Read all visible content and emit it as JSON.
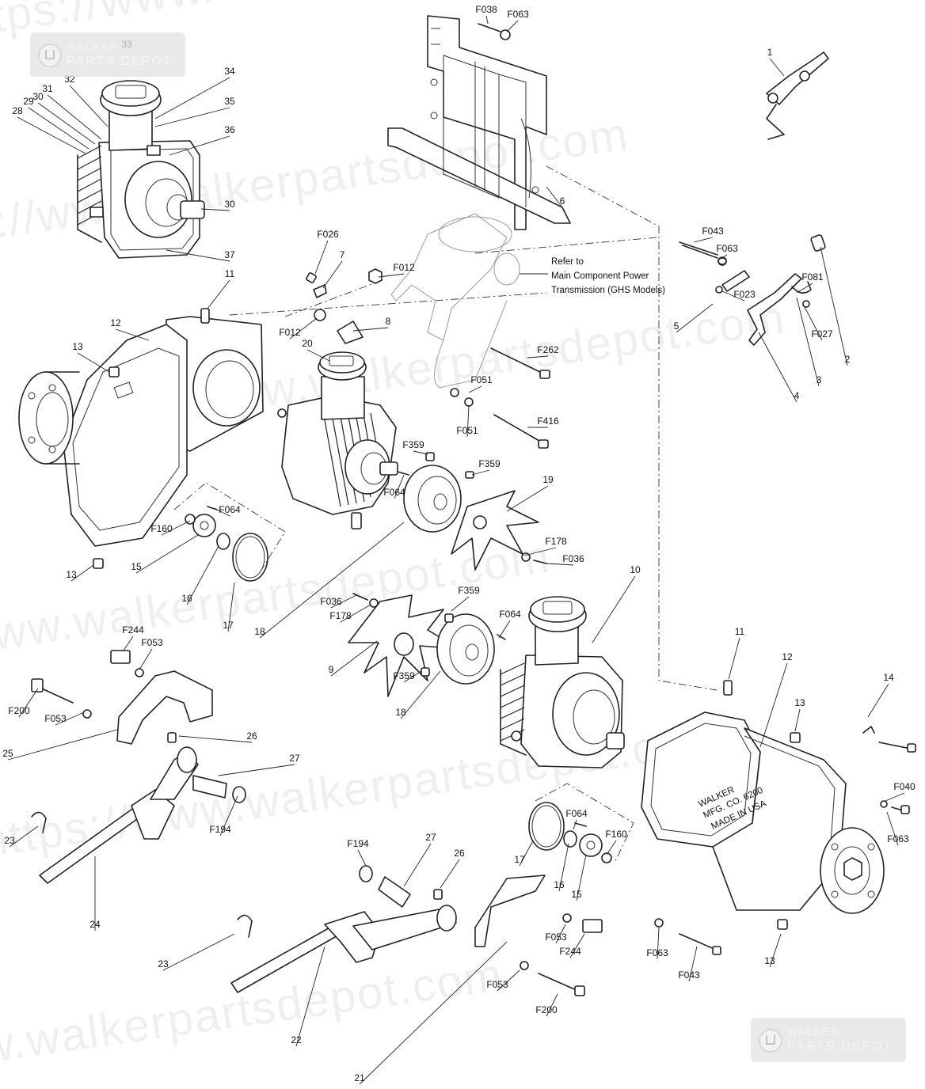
{
  "watermark": {
    "text": "https://www.walkerpartsdepot.com",
    "logo_line1": "WALKER",
    "logo_line2": "PARTS DEPOT"
  },
  "note": {
    "line1": "Refer to",
    "line2": "Main Component Power",
    "line3": "Transmission (GHS Models)"
  },
  "housing_text": {
    "line1": "WALKER",
    "line2": "MFG. CO. 6200",
    "line3": "MADE IN USA"
  },
  "callouts": [
    {
      "t": "33"
    },
    {
      "t": "34"
    },
    {
      "t": "35"
    },
    {
      "t": "36"
    },
    {
      "t": "32"
    },
    {
      "t": "31"
    },
    {
      "t": "30"
    },
    {
      "t": "29"
    },
    {
      "t": "28"
    },
    {
      "t": "30"
    },
    {
      "t": "37"
    },
    {
      "t": "F038"
    },
    {
      "t": "F063"
    },
    {
      "t": "6"
    },
    {
      "t": "1"
    },
    {
      "t": "F043"
    },
    {
      "t": "F063"
    },
    {
      "t": "F081"
    },
    {
      "t": "F023"
    },
    {
      "t": "F027"
    },
    {
      "t": "5"
    },
    {
      "t": "4"
    },
    {
      "t": "3"
    },
    {
      "t": "2"
    },
    {
      "t": "F026"
    },
    {
      "t": "7"
    },
    {
      "t": "F012"
    },
    {
      "t": "8"
    },
    {
      "t": "F012"
    },
    {
      "t": "11"
    },
    {
      "t": "12"
    },
    {
      "t": "13"
    },
    {
      "t": "20"
    },
    {
      "t": "F262"
    },
    {
      "t": "F051"
    },
    {
      "t": "F051"
    },
    {
      "t": "F416"
    },
    {
      "t": "F359"
    },
    {
      "t": "F359"
    },
    {
      "t": "F064"
    },
    {
      "t": "19"
    },
    {
      "t": "F064"
    },
    {
      "t": "F160"
    },
    {
      "t": "15"
    },
    {
      "t": "16"
    },
    {
      "t": "17"
    },
    {
      "t": "13"
    },
    {
      "t": "18"
    },
    {
      "t": "F178"
    },
    {
      "t": "F036"
    },
    {
      "t": "F036"
    },
    {
      "t": "F178"
    },
    {
      "t": "F359"
    },
    {
      "t": "9"
    },
    {
      "t": "F064"
    },
    {
      "t": "F359"
    },
    {
      "t": "18"
    },
    {
      "t": "10"
    },
    {
      "t": "F244"
    },
    {
      "t": "F053"
    },
    {
      "t": "F200"
    },
    {
      "t": "F053"
    },
    {
      "t": "25"
    },
    {
      "t": "26"
    },
    {
      "t": "27"
    },
    {
      "t": "F194"
    },
    {
      "t": "23"
    },
    {
      "t": "24"
    },
    {
      "t": "11"
    },
    {
      "t": "12"
    },
    {
      "t": "13"
    },
    {
      "t": "14"
    },
    {
      "t": "F040"
    },
    {
      "t": "F063"
    },
    {
      "t": "F064"
    },
    {
      "t": "F160"
    },
    {
      "t": "17"
    },
    {
      "t": "16"
    },
    {
      "t": "15"
    },
    {
      "t": "F194"
    },
    {
      "t": "27"
    },
    {
      "t": "26"
    },
    {
      "t": "23"
    },
    {
      "t": "22"
    },
    {
      "t": "21"
    },
    {
      "t": "F053"
    },
    {
      "t": "F244"
    },
    {
      "t": "F053"
    },
    {
      "t": "F200"
    },
    {
      "t": "F063"
    },
    {
      "t": "F043"
    },
    {
      "t": "13"
    }
  ]
}
